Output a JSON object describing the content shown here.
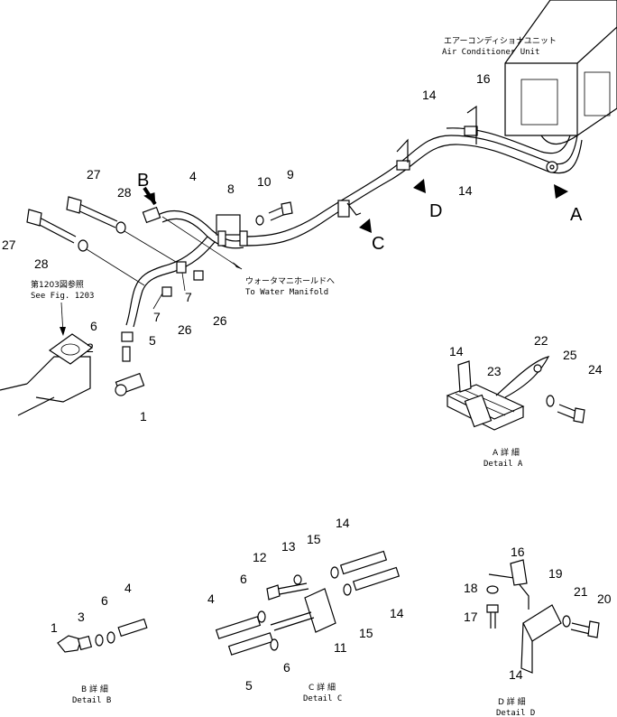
{
  "labels": {
    "air_conditioner_jp": "エアーコンディショナユニット",
    "air_conditioner_en": "Air Conditioner Unit",
    "water_manifold_jp": "ウォータマニホールドへ",
    "water_manifold_en": "To Water Manifold",
    "see_fig_jp": "第1203図参照",
    "see_fig_en": "See Fig. 1203",
    "detail_a_jp": "A 詳 細",
    "detail_a_en": "Detail A",
    "detail_b_jp": "B 詳 細",
    "detail_b_en": "Detail B",
    "detail_c_jp": "C 詳 細",
    "detail_c_en": "Detail C",
    "detail_d_jp": "D 詳 細",
    "detail_d_en": "Detail D"
  },
  "view_letters": {
    "a": "A",
    "b": "B",
    "c": "C",
    "d": "D"
  },
  "callouts": {
    "main": [
      "27",
      "28",
      "27",
      "28",
      "B",
      "4",
      "8",
      "10",
      "9",
      "16",
      "14",
      "14",
      "1",
      "2",
      "6",
      "5",
      "7",
      "7",
      "26",
      "26"
    ],
    "detail_a": [
      "14",
      "23",
      "22",
      "25",
      "24"
    ],
    "detail_b": [
      "1",
      "3",
      "6",
      "4"
    ],
    "detail_c": [
      "4",
      "6",
      "12",
      "13",
      "15",
      "14",
      "14",
      "15",
      "11",
      "6",
      "5"
    ],
    "detail_d": [
      "16",
      "18",
      "17",
      "19",
      "21",
      "20",
      "14"
    ]
  }
}
